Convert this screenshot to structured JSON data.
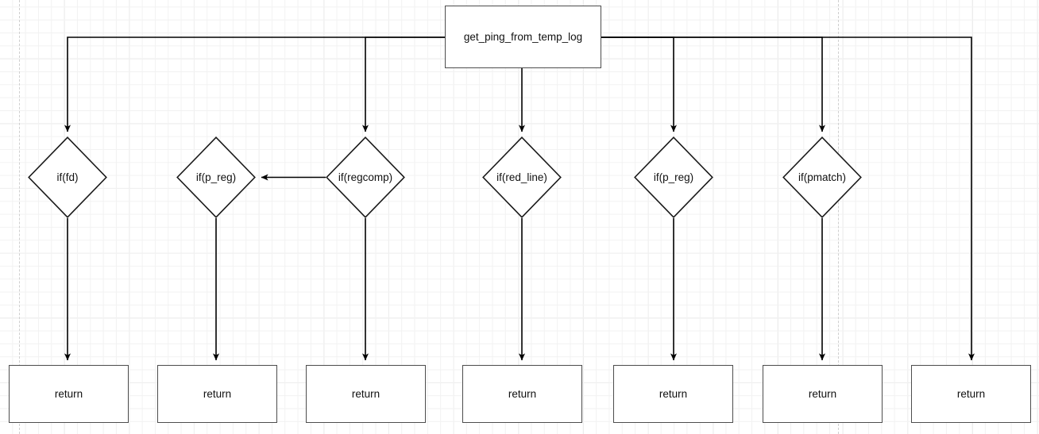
{
  "diagram": {
    "type": "flowchart",
    "title_node": "get_ping_from_temp_log",
    "root": {
      "label": "get_ping_from_temp_log"
    },
    "decisions": [
      {
        "id": "d1",
        "label": "if(fd)"
      },
      {
        "id": "d2",
        "label": "if(p_reg)"
      },
      {
        "id": "d3",
        "label": "if(regcomp)"
      },
      {
        "id": "d4",
        "label": "if(red_line)"
      },
      {
        "id": "d5",
        "label": "if(p_reg)"
      },
      {
        "id": "d6",
        "label": "if(pmatch)"
      }
    ],
    "terminals": [
      {
        "id": "r1",
        "label": "return"
      },
      {
        "id": "r2",
        "label": "return"
      },
      {
        "id": "r3",
        "label": "return"
      },
      {
        "id": "r4",
        "label": "return"
      },
      {
        "id": "r5",
        "label": "return"
      },
      {
        "id": "r6",
        "label": "return"
      },
      {
        "id": "r7",
        "label": "return"
      }
    ],
    "colors": {
      "node_stroke": "#4d4d4d",
      "diamond_stroke": "#1a1a1a",
      "edge": "#000000",
      "text": "#111111",
      "canvas": "#ffffff",
      "grid_minor": "#f2f2f2",
      "grid_major": "#d6d6d6",
      "page_break": "#cfcfcf"
    }
  }
}
